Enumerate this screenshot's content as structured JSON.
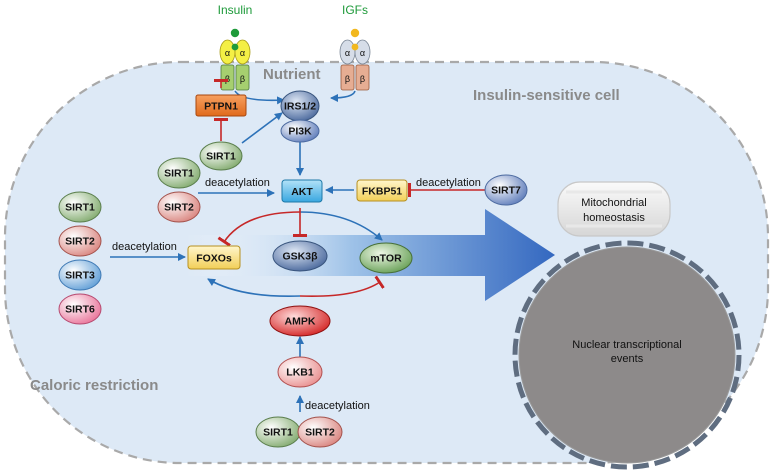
{
  "labels": {
    "insulin": "Insulin",
    "igfs": "IGFs",
    "nutrient": "Nutrient",
    "cell": "Insulin-sensitive cell",
    "caloric": "Caloric restriction",
    "mito": [
      "Mitochondrial",
      "homeostasis"
    ],
    "nucleus": [
      "Nuclear transcriptional",
      "events"
    ],
    "alpha": "α",
    "beta": "β",
    "deacetylation": "deacetylation"
  },
  "nodes": {
    "ptpn1": "PTPN1",
    "irs": "IRS1/2",
    "pi3k": "PI3K",
    "akt": "AKT",
    "fkbp51": "FKBP51",
    "foxos": "FOXOs",
    "gsk3b": "GSK3β",
    "mtor": "mTOR",
    "ampk": "AMPK",
    "lkb1": "LKB1",
    "sirt1": "SIRT1",
    "sirt2": "SIRT2",
    "sirt3": "SIRT3",
    "sirt6": "SIRT6",
    "sirt7": "SIRT7"
  },
  "colors": {
    "cell_fill": "#dde9f6",
    "activation": "#2d72b8",
    "inhibition": "#c62828",
    "insulin_receptor": "#a6cf6f",
    "igf_receptor": "#e6ad93",
    "alpha_subunit_insulin": "#f4ef45",
    "alpha_subunit_igf": "#d6dde8",
    "label_green": "#1e9a3a",
    "label_gray": "#8a8a8a"
  }
}
